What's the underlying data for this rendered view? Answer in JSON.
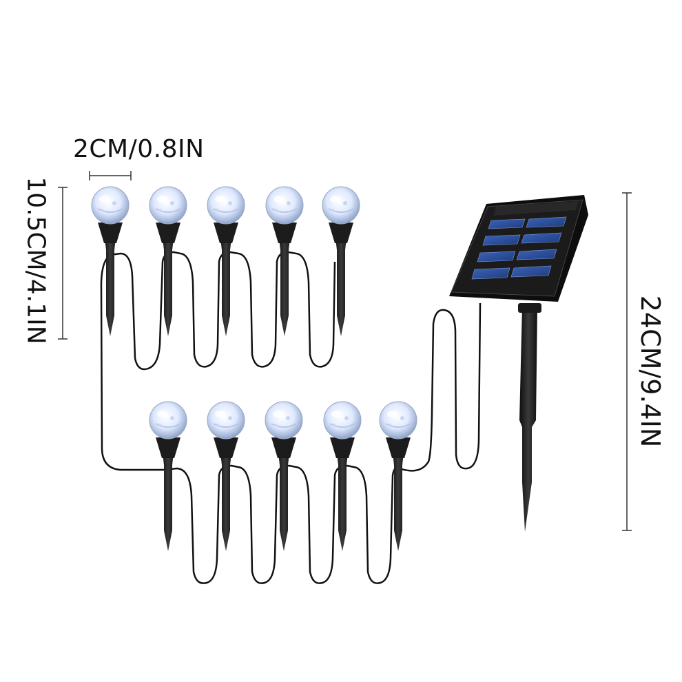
{
  "dimensions": {
    "bulb_width": "2CM/0.8IN",
    "light_height": "10.5CM/4.1IN",
    "panel_height": "24CM/9.4IN"
  },
  "product": {
    "light_count": 10,
    "top_row_count": 5,
    "bottom_row_count": 5
  },
  "colors": {
    "background": "#ffffff",
    "stake": "#1a1a1a",
    "cable": "#111111",
    "bulb_glow": "#dfe9ff",
    "panel_cell": "#2c4f9e",
    "dimension_line": "#333333"
  },
  "icons": {
    "bulb": "glass-bulb-icon",
    "stake": "ground-stake-icon",
    "solar_panel": "solar-panel-icon"
  }
}
